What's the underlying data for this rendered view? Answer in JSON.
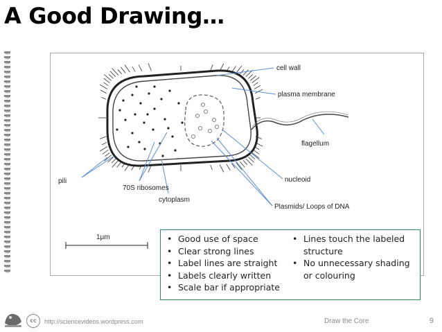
{
  "slide": {
    "title": "A Good Drawing…",
    "criteria_left": [
      "Good use of space",
      "Clear strong lines",
      "Label lines are straight",
      "Labels clearly written",
      "Scale bar if appropriate"
    ],
    "criteria_right": [
      "Lines touch the labeled structure",
      "No unnecessary shading or colouring"
    ],
    "footer": {
      "url": "http://sciencevideos.wordpress.com",
      "section": "Draw the Core",
      "page_number": "9",
      "license_badge": "cc"
    }
  },
  "diagram": {
    "labels": {
      "cell_wall": "cell wall",
      "plasma_membrane": "plasma membrane",
      "flagellum": "flagellum",
      "pili": "pili",
      "ribosomes": "70S ribosomes",
      "nucleoid": "nucleoid",
      "cytoplasm": "cytoplasm",
      "plasmids": "Plasmids/ Loops of DNA",
      "scale_bar": "1μm"
    },
    "label_line_color": "#5b8dd6",
    "outline_color": "#222222"
  }
}
